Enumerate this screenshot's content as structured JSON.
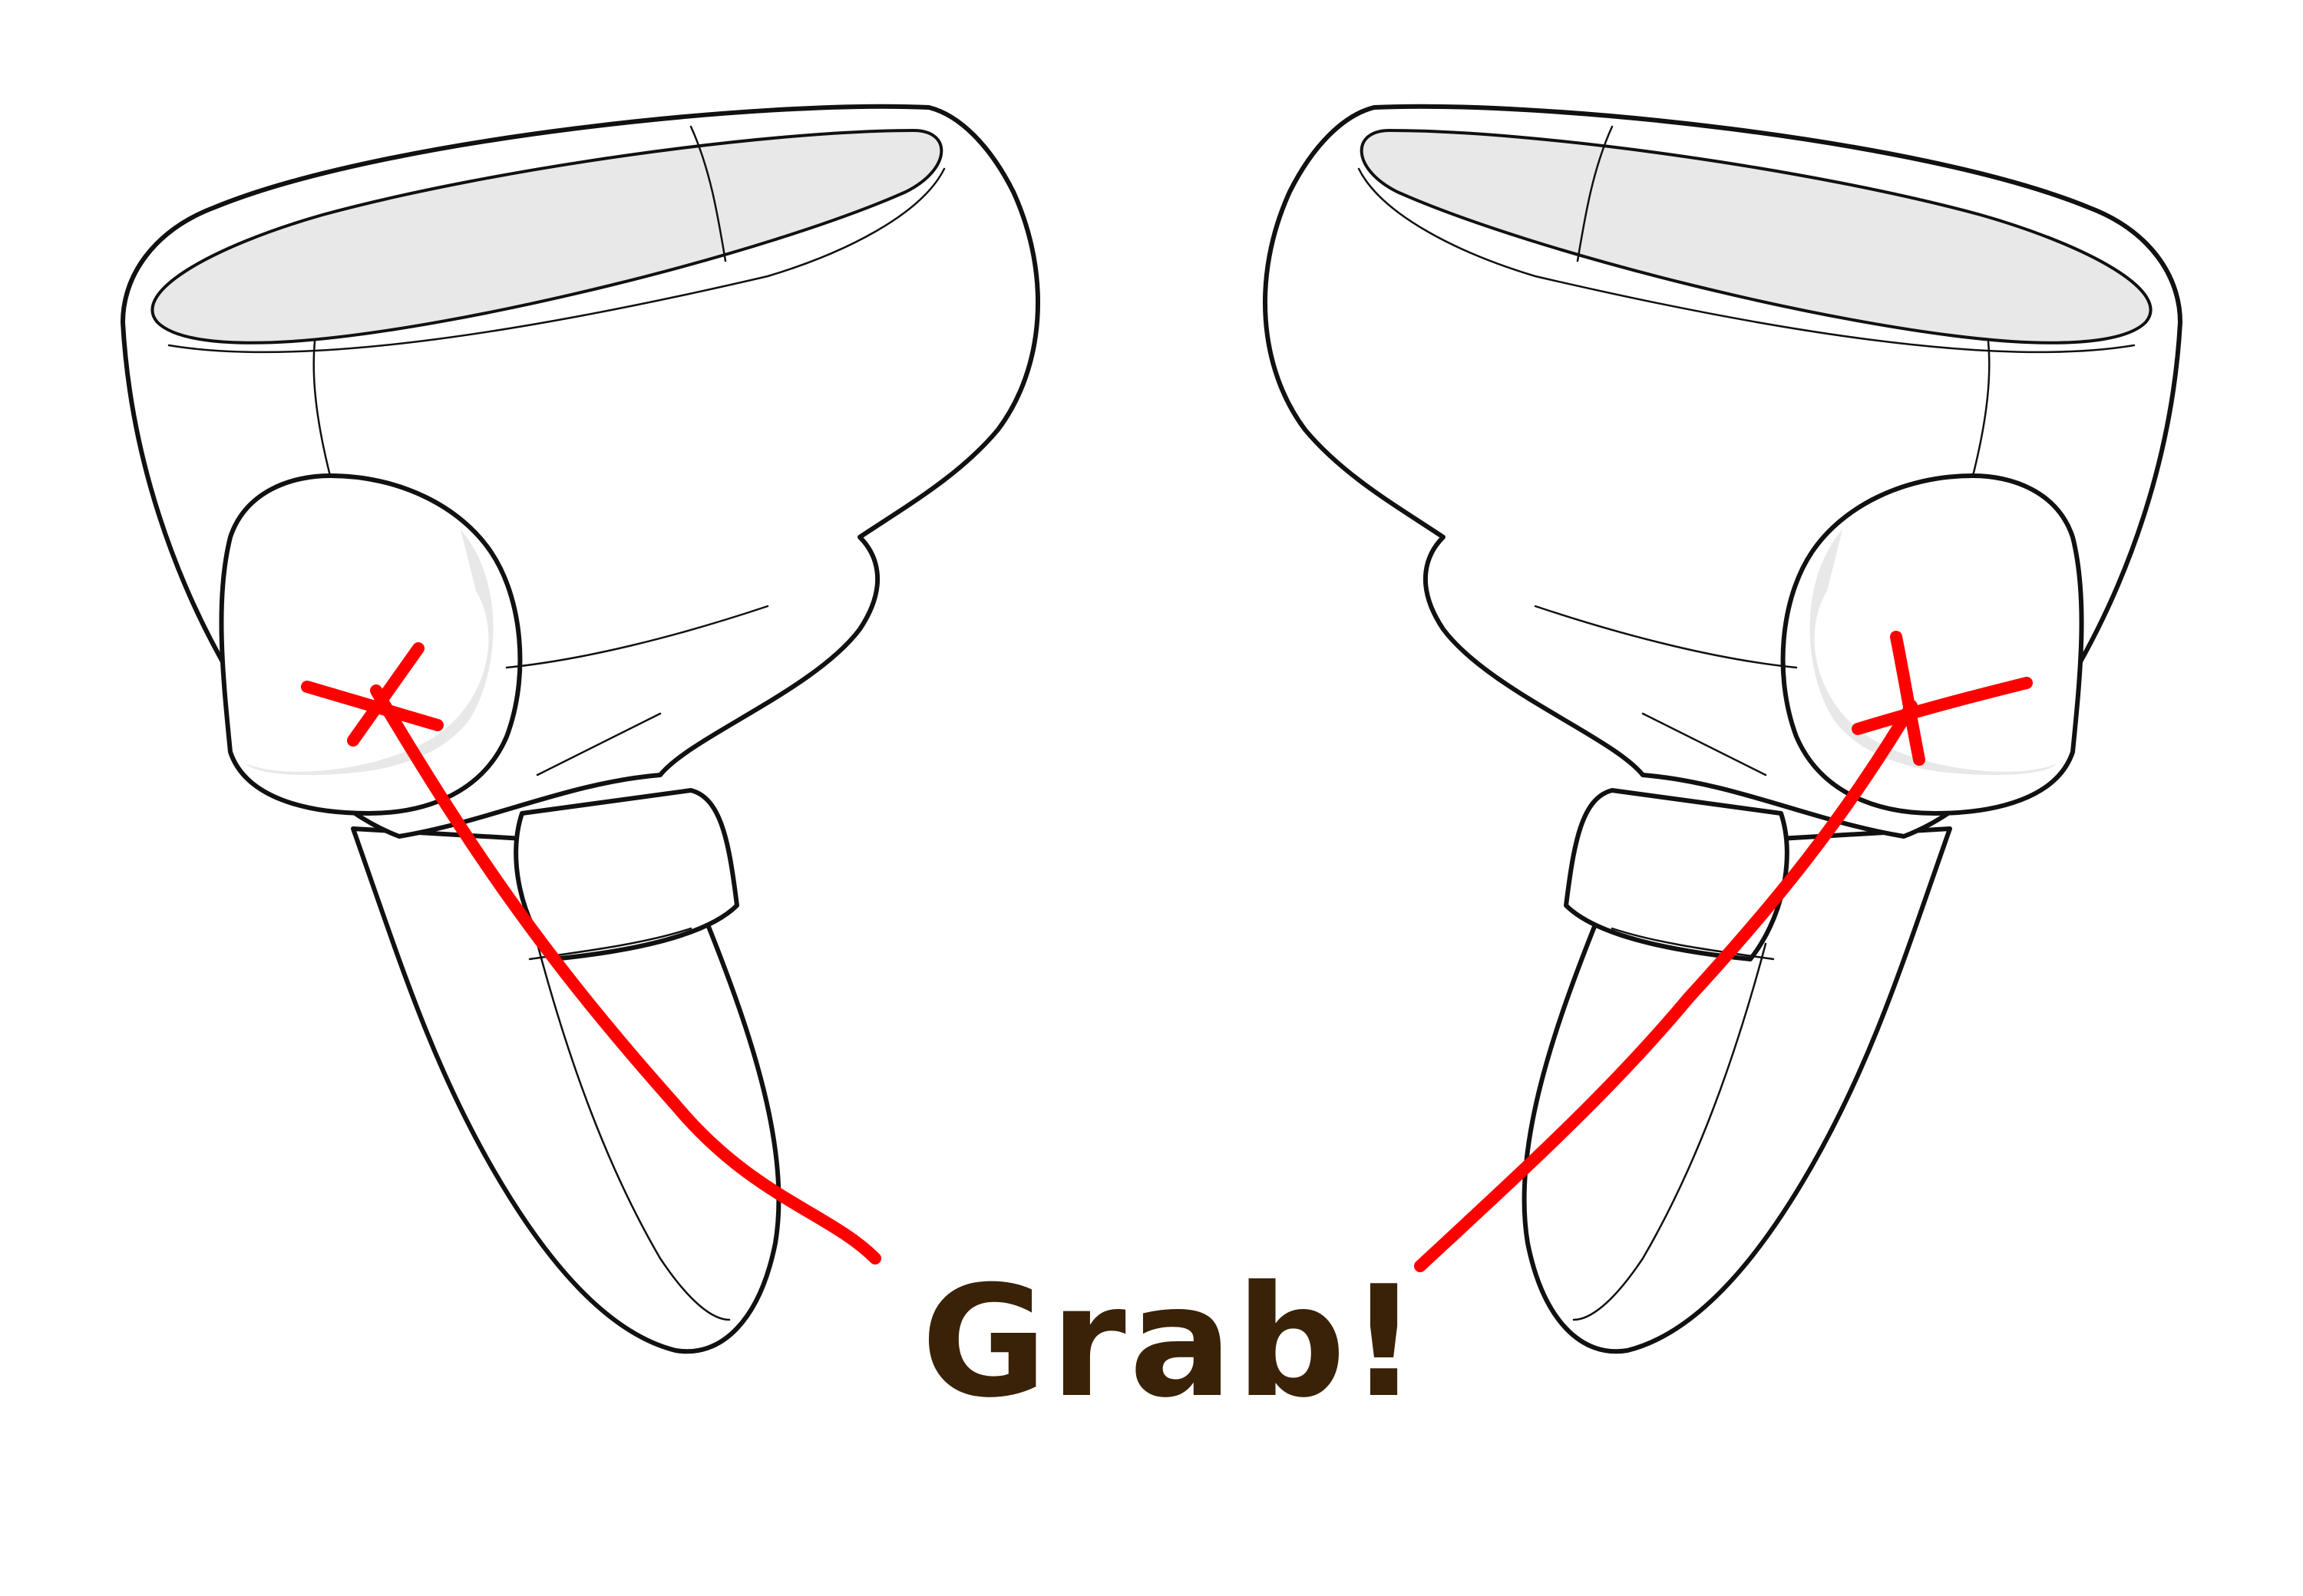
{
  "label": {
    "text": "Grab!",
    "color": "#3a2208"
  },
  "colors": {
    "outline": "#111111",
    "fill": "#ffffff",
    "shade": "#e8e8e8",
    "mark": "#ff0000"
  },
  "controllers": [
    {
      "side": "left",
      "grip_marker": "x-mark"
    },
    {
      "side": "right",
      "grip_marker": "x-mark"
    }
  ]
}
